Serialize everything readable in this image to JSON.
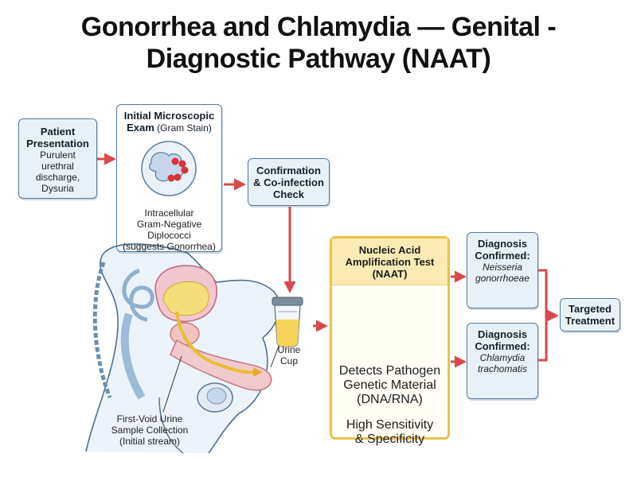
{
  "title": {
    "line1": "Gonorrhea and Chlamydia — Genital -",
    "line2": "Diagnostic Pathway (NAAT)"
  },
  "patient": {
    "heading_line1": "Patient",
    "heading_line2": "Presentation",
    "details": [
      "Purulent",
      "urethral",
      "discharge,",
      "Dysuria"
    ]
  },
  "microscopy": {
    "heading_line1": "Initial Microscopic",
    "heading_bold": "Exam",
    "heading_rest": " (Gram Stain)",
    "finding": [
      "Intracellular",
      "Gram-Negative",
      "Diplococci",
      "(suggests Gonorrhea)"
    ]
  },
  "confirmation": {
    "lines": [
      "Confirmation",
      "& Co-infection",
      "Check"
    ]
  },
  "collection": {
    "lines": [
      "First-Void Urine",
      "Sample Collection",
      "(Initial stream)"
    ]
  },
  "urine_cup": {
    "lines": [
      "Urine",
      "Cup"
    ]
  },
  "naat": {
    "heading": [
      "Nucleic Acid",
      "Amplification Test",
      "(NAAT)"
    ],
    "detects": [
      "Detects Pathogen",
      "Genetic Material",
      "(DNA/RNA)"
    ],
    "sensitivity": [
      "High Sensitivity",
      "& Specificity"
    ]
  },
  "diagnosis_gonorrhea": {
    "heading": [
      "Diagnosis",
      "Confirmed:"
    ],
    "organism": [
      "Neisseria",
      "gonorrhoeae"
    ]
  },
  "diagnosis_chlamydia": {
    "heading": [
      "Diagnosis",
      "Confirmed:"
    ],
    "organism": [
      "Chlamydia",
      "trachomatis"
    ]
  },
  "treatment": {
    "lines": [
      "Targeted",
      "Treatment"
    ]
  },
  "colors": {
    "box_fill": "#e9f1f8",
    "box_border": "#557a9b",
    "arrow": "#d84a4a",
    "naat_border": "#e8c24a",
    "naat_header": "#fbeab4",
    "bacteria": "#d9323a"
  }
}
